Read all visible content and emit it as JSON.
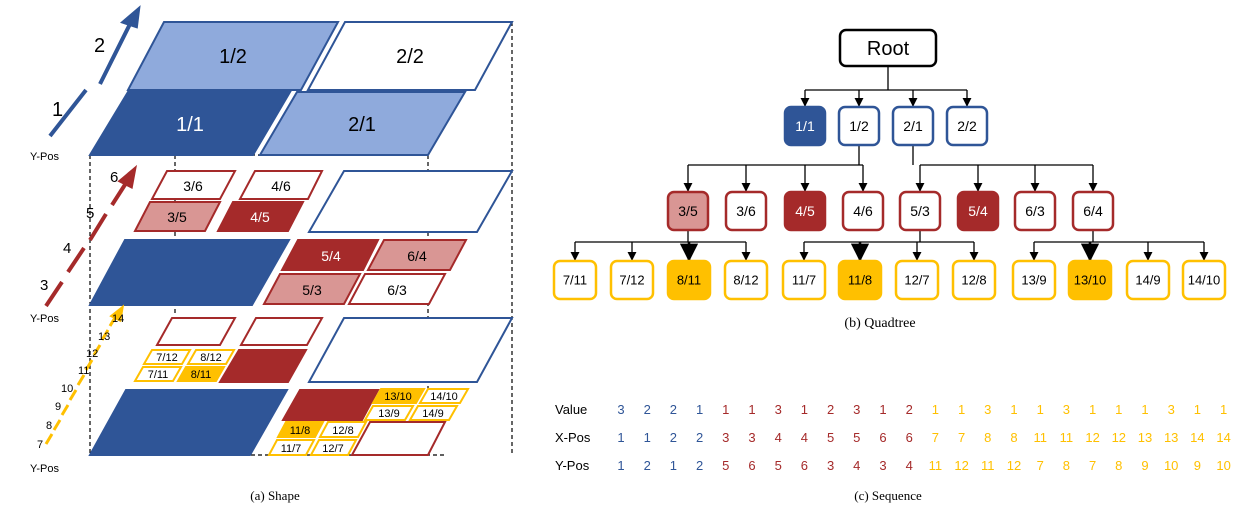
{
  "colors": {
    "blue": "#2f5597",
    "light_blue": "#8faadc",
    "red": "#a52a2a",
    "light_red": "#d99694",
    "yellow": "#ffc000",
    "black": "#000000"
  },
  "shape": {
    "caption": "(a) Shape",
    "axis_label": "Y-Pos",
    "level1": {
      "arrow_labels": [
        "1",
        "2"
      ],
      "cells": [
        {
          "label": "1/2",
          "style": "light_blue"
        },
        {
          "label": "2/2",
          "style": "outline_blue"
        },
        {
          "label": "1/1",
          "style": "blue"
        },
        {
          "label": "2/1",
          "style": "light_blue"
        }
      ]
    },
    "level2": {
      "arrow_labels": [
        "3",
        "4",
        "5",
        "6"
      ],
      "cells": [
        {
          "label": "3/6",
          "style": "outline_red"
        },
        {
          "label": "4/6",
          "style": "outline_red"
        },
        {
          "label": "3/5",
          "style": "light_red"
        },
        {
          "label": "4/5",
          "style": "red"
        },
        {
          "label": "5/4",
          "style": "red"
        },
        {
          "label": "6/4",
          "style": "light_red"
        },
        {
          "label": "5/3",
          "style": "light_red"
        },
        {
          "label": "6/3",
          "style": "outline_red"
        }
      ]
    },
    "level3": {
      "arrow_labels": [
        "7",
        "8",
        "9",
        "10",
        "11",
        "12",
        "13",
        "14"
      ],
      "cells": [
        {
          "label": "7/12",
          "style": "outline_yellow"
        },
        {
          "label": "8/12",
          "style": "outline_yellow"
        },
        {
          "label": "7/11",
          "style": "outline_yellow"
        },
        {
          "label": "8/11",
          "style": "yellow"
        },
        {
          "label": "13/10",
          "style": "yellow"
        },
        {
          "label": "14/10",
          "style": "outline_yellow"
        },
        {
          "label": "13/9",
          "style": "outline_yellow"
        },
        {
          "label": "14/9",
          "style": "outline_yellow"
        },
        {
          "label": "11/8",
          "style": "yellow"
        },
        {
          "label": "12/8",
          "style": "outline_yellow"
        },
        {
          "label": "11/7",
          "style": "outline_yellow"
        },
        {
          "label": "12/7",
          "style": "outline_yellow"
        }
      ]
    }
  },
  "quadtree": {
    "caption": "(b) Quadtree",
    "root": "Root",
    "level1": [
      {
        "label": "1/1",
        "style": "blue"
      },
      {
        "label": "1/2",
        "style": "outline_blue"
      },
      {
        "label": "2/1",
        "style": "outline_blue"
      },
      {
        "label": "2/2",
        "style": "outline_blue"
      }
    ],
    "level2": [
      {
        "label": "3/5",
        "style": "light_red"
      },
      {
        "label": "3/6",
        "style": "outline_red"
      },
      {
        "label": "4/5",
        "style": "red"
      },
      {
        "label": "4/6",
        "style": "outline_red"
      },
      {
        "label": "5/3",
        "style": "outline_red"
      },
      {
        "label": "5/4",
        "style": "red"
      },
      {
        "label": "6/3",
        "style": "outline_red"
      },
      {
        "label": "6/4",
        "style": "outline_red"
      }
    ],
    "level3": [
      {
        "label": "7/11",
        "style": "outline_yellow"
      },
      {
        "label": "7/12",
        "style": "outline_yellow"
      },
      {
        "label": "8/11",
        "style": "yellow"
      },
      {
        "label": "8/12",
        "style": "outline_yellow"
      },
      {
        "label": "11/7",
        "style": "outline_yellow"
      },
      {
        "label": "11/8",
        "style": "yellow"
      },
      {
        "label": "12/7",
        "style": "outline_yellow"
      },
      {
        "label": "12/8",
        "style": "outline_yellow"
      },
      {
        "label": "13/9",
        "style": "outline_yellow"
      },
      {
        "label": "13/10",
        "style": "yellow"
      },
      {
        "label": "14/9",
        "style": "outline_yellow"
      },
      {
        "label": "14/10",
        "style": "outline_yellow"
      }
    ]
  },
  "sequence": {
    "caption": "(c) Sequence",
    "rows": [
      {
        "label": "Value",
        "values": [
          "3",
          "2",
          "2",
          "1",
          "1",
          "1",
          "3",
          "1",
          "2",
          "3",
          "1",
          "2",
          "1",
          "1",
          "3",
          "1",
          "1",
          "3",
          "1",
          "1",
          "1",
          "3",
          "1",
          "1"
        ]
      },
      {
        "label": "X-Pos",
        "values": [
          "1",
          "1",
          "2",
          "2",
          "3",
          "3",
          "4",
          "4",
          "5",
          "5",
          "6",
          "6",
          "7",
          "7",
          "8",
          "8",
          "11",
          "11",
          "12",
          "12",
          "13",
          "13",
          "14",
          "14"
        ]
      },
      {
        "label": "Y-Pos",
        "values": [
          "1",
          "2",
          "1",
          "2",
          "5",
          "6",
          "5",
          "6",
          "3",
          "4",
          "3",
          "4",
          "11",
          "12",
          "11",
          "12",
          "7",
          "8",
          "7",
          "8",
          "9",
          "10",
          "9",
          "10"
        ]
      }
    ],
    "color_groups": [
      "blue",
      "blue",
      "blue",
      "blue",
      "red",
      "red",
      "red",
      "red",
      "red",
      "red",
      "red",
      "red",
      "yellow",
      "yellow",
      "yellow",
      "yellow",
      "yellow",
      "yellow",
      "yellow",
      "yellow",
      "yellow",
      "yellow",
      "yellow",
      "yellow"
    ]
  }
}
